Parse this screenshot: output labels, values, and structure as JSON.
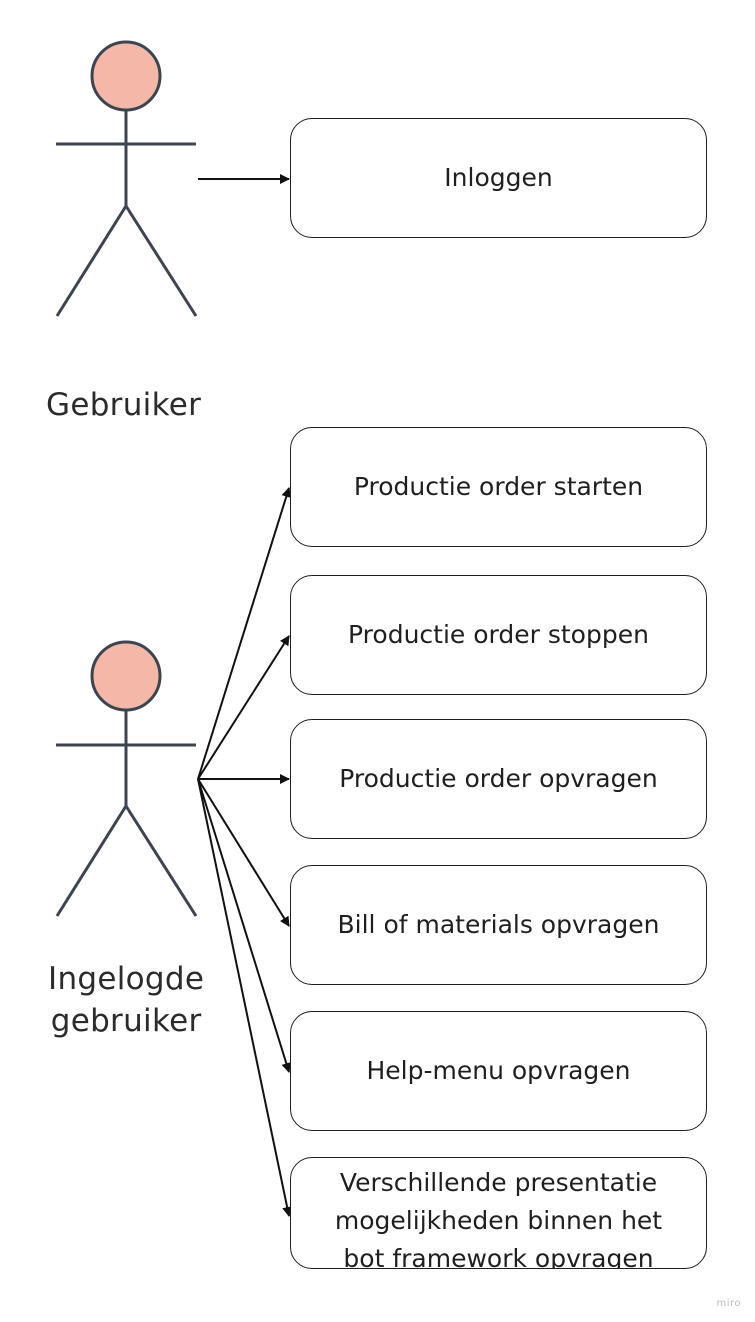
{
  "actors": {
    "gebruiker": {
      "label": "Gebruiker",
      "head_color": "#f4b8a8"
    },
    "ingelogde": {
      "label_line1": "Ingelogde",
      "label_line2": "gebruiker",
      "head_color": "#f4b8a8"
    }
  },
  "use_cases": {
    "inloggen": "Inloggen",
    "starten": "Productie order starten",
    "stoppen": "Productie order stoppen",
    "opvragen": "Productie order opvragen",
    "bom": "Bill of materials opvragen",
    "help": "Help-menu opvragen",
    "presentatie_line1": "Verschillende presentatie",
    "presentatie_line2": "mogelijkheden binnen het",
    "presentatie_line3": "bot framework opvragen"
  },
  "colors": {
    "stroke": "#3d4450",
    "arrow": "#111111"
  },
  "watermark": "miro"
}
